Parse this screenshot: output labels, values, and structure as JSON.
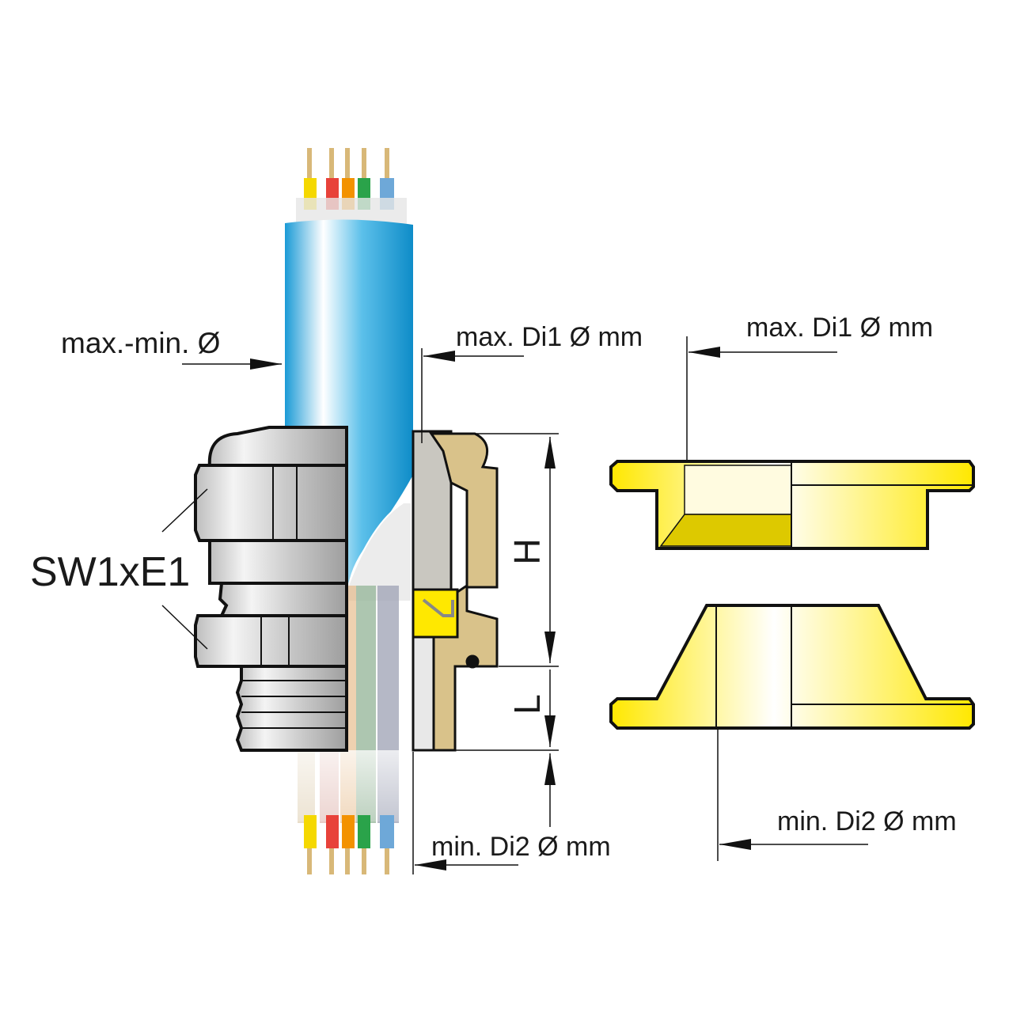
{
  "labels": {
    "max_min_diameter": "max.-min. Ø",
    "max_di1_left": "max. Di1 Ø mm",
    "max_di1_right": "max. Di1 Ø mm",
    "min_di2_left": "min. Di2 Ø mm",
    "min_di2_right": "min. Di2 Ø mm",
    "wrench_size": "SW1xE1",
    "height": "H",
    "length": "L"
  },
  "colors": {
    "cable_blue": "#1aa0dc",
    "insert_yellow": "#ffe800",
    "brass": "#d9c28a",
    "silver": "#c8c8c8",
    "wires": [
      "#f5d800",
      "#e8423a",
      "#f39200",
      "#2aa34a",
      "#6ea8d8"
    ]
  }
}
